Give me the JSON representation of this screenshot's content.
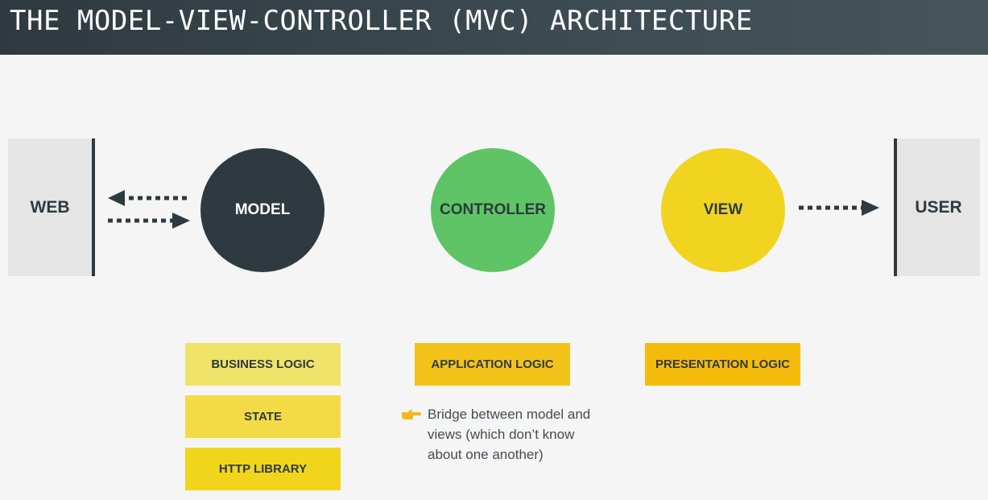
{
  "header": {
    "title": "THE MODEL-VIEW-CONTROLLER (MVC) ARCHITECTURE"
  },
  "nodes": {
    "web": "WEB",
    "user": "USER",
    "model": "MODEL",
    "controller": "CONTROLLER",
    "view": "VIEW"
  },
  "model_tags": [
    "BUSINESS LOGIC",
    "STATE",
    "HTTP LIBRARY"
  ],
  "controller_tag": "APPLICATION LOGIC",
  "view_tag": "PRESENTATION LOGIC",
  "controller_note": {
    "icon": "pointing-hand-icon",
    "text": "Bridge between model and views (which don’t know about one another)"
  },
  "colors": {
    "header_bg": "#2f3a40",
    "model": "#2f3a40",
    "controller": "#5fc466",
    "view": "#f1d41f",
    "side_box": "#e5e5e5",
    "arrow": "#2e3a40"
  }
}
